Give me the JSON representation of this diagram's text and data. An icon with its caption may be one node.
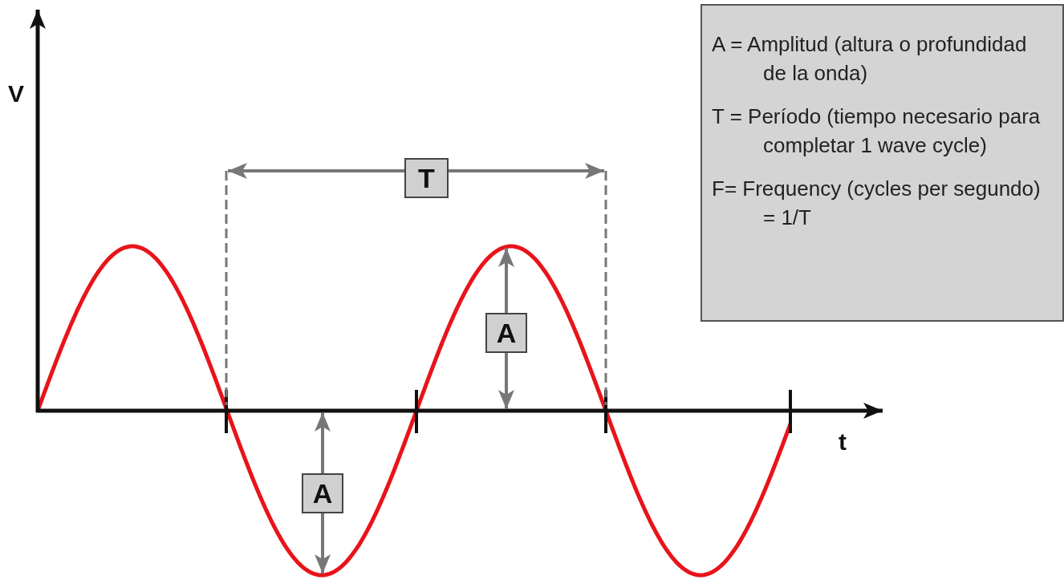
{
  "diagram": {
    "nodes": [
      {
        "text": [
          "T"
        ]
      },
      {
        "text": [
          "A"
        ]
      },
      {
        "text": [
          "A"
        ]
      },
      {
        "text": [
          "A = Amplitud (altura o profundidad de la onda)",
          "T = Período (tiempo necesario para completar 1 wave cycle)",
          "F= Frequency (cycles per segundo) = 1/T"
        ]
      }
    ],
    "labels": [
      "V",
      "t"
    ]
  }
}
